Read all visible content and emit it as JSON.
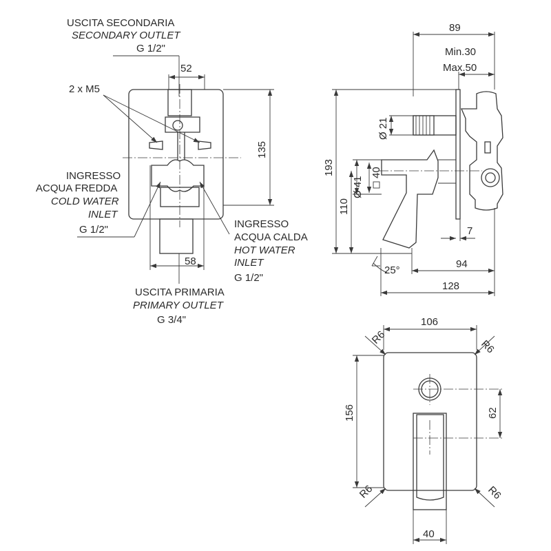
{
  "front_view": {
    "secondary_outlet_it": "USCITA SECONDARIA",
    "secondary_outlet_en": "SECONDARY OUTLET",
    "secondary_outlet_size": "G 1/2\"",
    "dim_52": "52",
    "screws": "2 x M5",
    "dim_135": "135",
    "cold_inlet_it_1": "INGRESSO",
    "cold_inlet_it_2": "ACQUA FREDDA",
    "cold_inlet_en_1": "COLD WATER",
    "cold_inlet_en_2": "INLET",
    "cold_inlet_size": "G 1/2\"",
    "hot_inlet_it_1": "INGRESSO",
    "hot_inlet_it_2": "ACQUA CALDA",
    "hot_inlet_en_1": "HOT WATER",
    "hot_inlet_en_2": "INLET",
    "hot_inlet_size": "G 1/2\"",
    "dim_58": "58",
    "primary_outlet_it": "USCITA PRIMARIA",
    "primary_outlet_en": "PRIMARY OUTLET",
    "primary_outlet_size": "G 3/4\""
  },
  "side_view": {
    "dim_89": "89",
    "min": "Min.30",
    "max": "Max.50",
    "dim_d21": "Ø 21",
    "dim_193": "193",
    "dim_d41": "Ø 41",
    "dim_sq40": "40",
    "dim_110": "110",
    "dim_7": "7",
    "angle": "25°",
    "dim_94": "94",
    "dim_128": "128"
  },
  "plate_view": {
    "dim_106": "106",
    "radius_tl": "R6",
    "radius_tr": "R6",
    "radius_bl": "R6",
    "radius_br": "R6",
    "dim_156": "156",
    "dim_62": "62",
    "dim_40": "40"
  }
}
